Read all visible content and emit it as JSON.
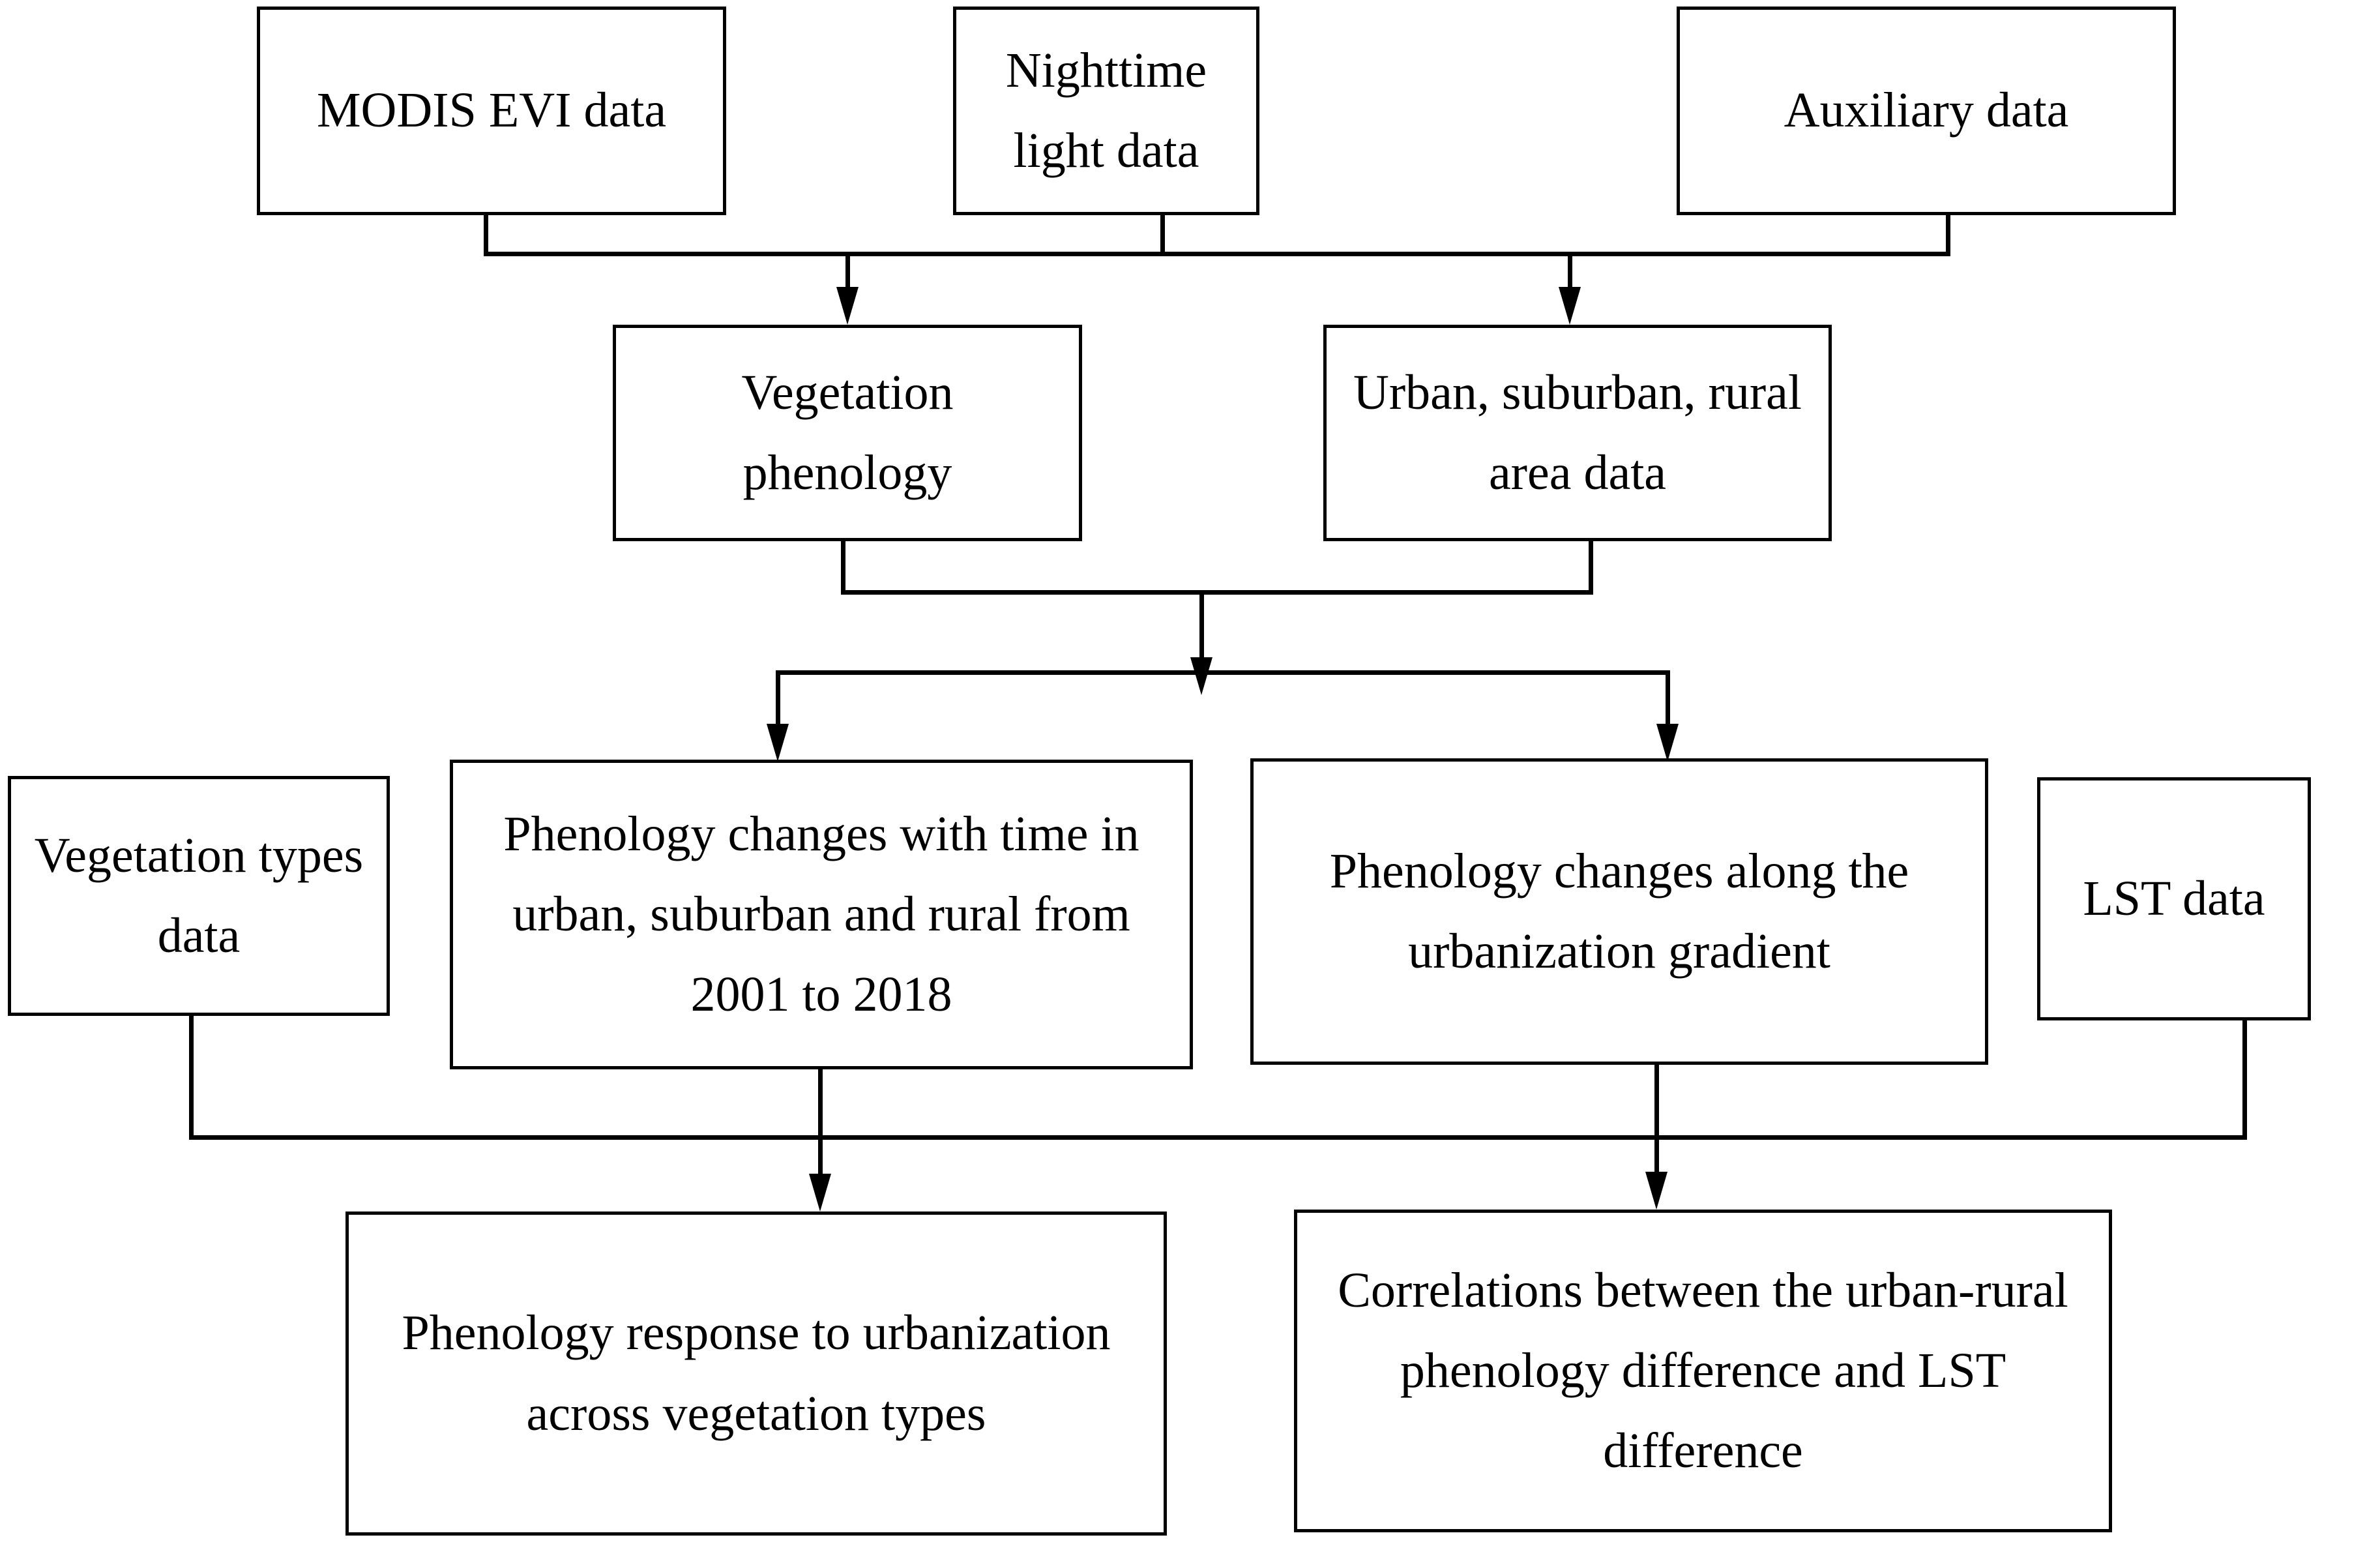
{
  "diagram": {
    "type": "flowchart",
    "title": "Study workflow for urban vegetation phenology analysis",
    "orientation": "top-to-bottom",
    "line_color": "#000000",
    "box_fill": "#ffffff",
    "box_border_color": "#000000",
    "nodes": {
      "modis_evi_data": "MODIS EVI data",
      "nighttime_light_data": "Nighttime light data",
      "auxiliary_data": "Auxiliary data",
      "vegetation_phenology": "Vegetation phenology",
      "urban_suburban_rural_area_data": "Urban, suburban, rural area data",
      "vegetation_types_data": "Vegetation types data",
      "phenology_changes_with_time": "Phenology changes with time in urban, suburban and rural from 2001 to 2018",
      "phenology_changes_along_gradient": "Phenology changes along the urbanization gradient",
      "lst_data": "LST data",
      "phenology_response_to_urbanization": "Phenology response to urbanization across vegetation types",
      "correlations_phenology_lst": "Correlations between the urban-rural phenology difference and LST difference"
    },
    "edges": [
      {
        "from": "modis_evi_data",
        "to": "vegetation_phenology"
      },
      {
        "from": "nighttime_light_data",
        "to": "vegetation_phenology"
      },
      {
        "from": "nighttime_light_data",
        "to": "urban_suburban_rural_area_data"
      },
      {
        "from": "auxiliary_data",
        "to": "urban_suburban_rural_area_data"
      },
      {
        "from": "vegetation_phenology",
        "to": "phenology_changes_with_time"
      },
      {
        "from": "vegetation_phenology",
        "to": "phenology_changes_along_gradient"
      },
      {
        "from": "urban_suburban_rural_area_data",
        "to": "phenology_changes_with_time"
      },
      {
        "from": "urban_suburban_rural_area_data",
        "to": "phenology_changes_along_gradient"
      },
      {
        "from": "vegetation_types_data",
        "to": "phenology_response_to_urbanization"
      },
      {
        "from": "phenology_changes_with_time",
        "to": "phenology_response_to_urbanization"
      },
      {
        "from": "phenology_changes_along_gradient",
        "to": "correlations_phenology_lst"
      },
      {
        "from": "lst_data",
        "to": "correlations_phenology_lst"
      }
    ]
  }
}
